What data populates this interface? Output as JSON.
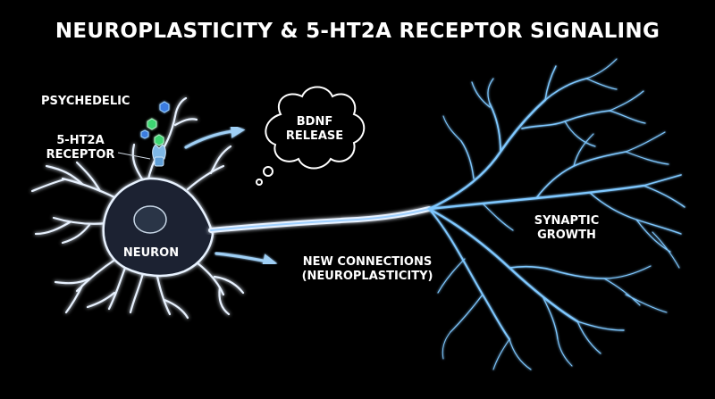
{
  "title": "NEUROPLASTICITY & 5-HT2A RECEPTOR SIGNALING",
  "labels": {
    "psychedelic": "PSYCHEDELIC",
    "receptor_line1": "5-HT2A",
    "receptor_line2": "RECEPTOR",
    "bdnf_line1": "BDNF",
    "bdnf_line2": "RELEASE",
    "neuron": "NEURON",
    "connections_line1": "NEW CONNECTIONS",
    "connections_line2": "(NEUROPLASTICITY)",
    "synaptic_line1": "SYNAPTIC",
    "synaptic_line2": "GROWTH"
  },
  "colors": {
    "background": "#000000",
    "neuron_fill": "#1a2433",
    "neuron_outline": "#e8f2ff",
    "axon_glow": "#7fc8ff",
    "arrow": "#9fcff5",
    "receptor": "#7fb8e6",
    "molecule_green": "#3dd672",
    "molecule_blue": "#3a7be0"
  }
}
